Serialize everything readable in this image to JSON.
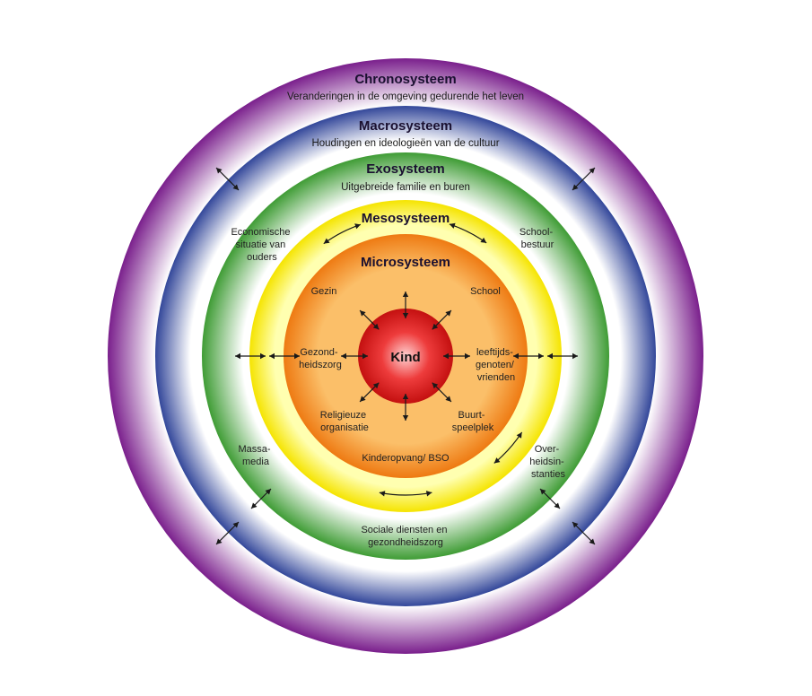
{
  "rings": {
    "chrono": {
      "title": "Chronosysteem",
      "subtitle": "Veranderingen in de omgeving gedurende het leven",
      "color": "#7a1f8c"
    },
    "macro": {
      "title": "Macrosysteem",
      "subtitle": "Houdingen en ideologieën van de cultuur",
      "color": "#33479a"
    },
    "exo": {
      "title": "Exosysteem",
      "subtitle": "Uitgebreide familie en buren",
      "color": "#3f9c35"
    },
    "meso": {
      "title": "Mesosysteem",
      "color": "#f5e400"
    },
    "micro": {
      "title": "Microsysteem",
      "color": "#ee7a12"
    },
    "kind": {
      "title": "Kind",
      "color": "#d11a1a"
    }
  },
  "micro_labels": {
    "gezin": [
      "Gezin"
    ],
    "school": [
      "School"
    ],
    "gezondheidszorg": [
      "Gezond-",
      "heidszorg"
    ],
    "leeftijdsgenoten": [
      "leeftijds-",
      "genoten/",
      "vrienden"
    ],
    "religieuze": [
      "Religieuze",
      "organisatie"
    ],
    "buurtspeelplek": [
      "Buurt-",
      "speelplek"
    ],
    "kinderopvang": [
      "Kinderopvang/ BSO"
    ]
  },
  "exo_labels": {
    "economische": [
      "Economische",
      "situatie van",
      "ouders"
    ],
    "schoolbestuur": [
      "School-",
      "bestuur"
    ],
    "massamedia": [
      "Massa-",
      "media"
    ],
    "overheidsinstanties": [
      "Over-",
      "heidsin-",
      "stanties"
    ],
    "sociale_diensten": [
      "Sociale diensten en",
      "gezondheidszorg"
    ]
  }
}
